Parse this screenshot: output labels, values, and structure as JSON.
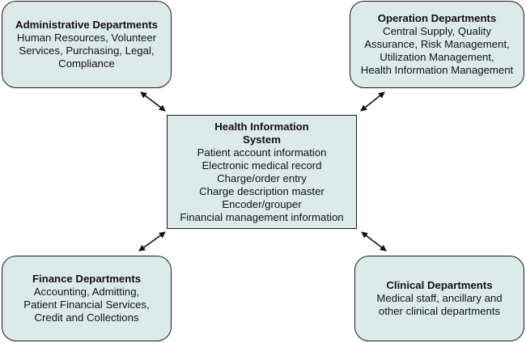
{
  "admin": {
    "title": "Administrative Departments",
    "lines": [
      "Human Resources, Volunteer",
      "Services, Purchasing, Legal,",
      "Compliance"
    ]
  },
  "operation": {
    "title": "Operation Departments",
    "lines": [
      "Central Supply, Quality",
      "Assurance, Risk Management,",
      "Utilization Management,",
      "Health Information Management"
    ]
  },
  "center": {
    "title_lines": [
      "Health Information",
      "System"
    ],
    "lines": [
      "Patient account information",
      "Electronic medical record",
      "Charge/order entry",
      "Charge description master",
      "Encoder/grouper",
      "Financial management information"
    ]
  },
  "finance": {
    "title": "Finance Departments",
    "lines": [
      "Accounting, Admitting,",
      "Patient Financial Services,",
      "Credit and Collections"
    ]
  },
  "clinical": {
    "title": "Clinical Departments",
    "lines": [
      "Medical staff, ancillary and",
      "other clinical departments"
    ]
  },
  "colors": {
    "box_fill": "#dcebea",
    "border": "#1a1a1a"
  }
}
